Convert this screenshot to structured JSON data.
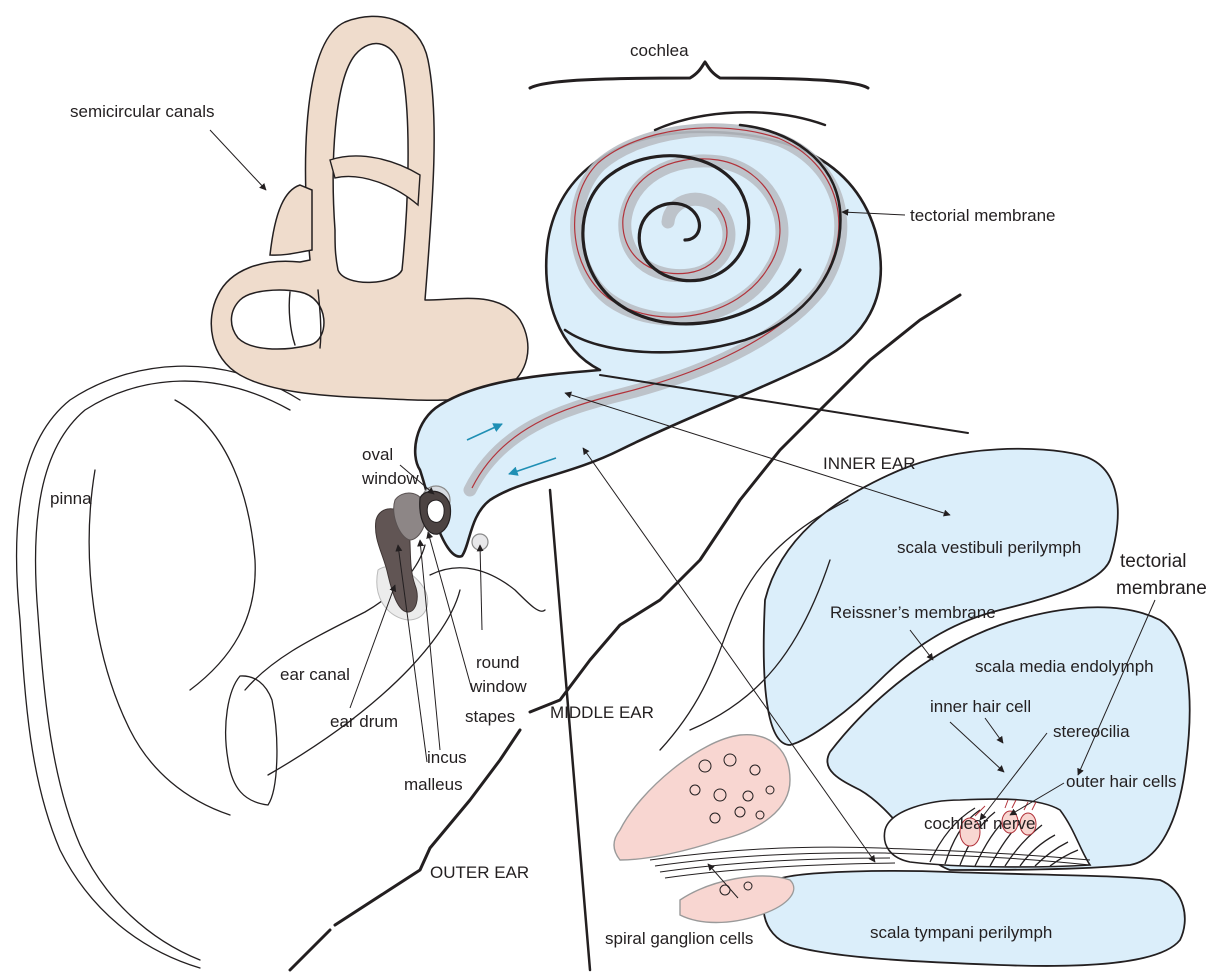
{
  "labels": {
    "cochlea": "cochlea",
    "semicircular_canals": "semicircular canals",
    "tectorial_membrane_top": "tectorial membrane",
    "pinna": "pinna",
    "oval_window_1": "oval",
    "oval_window_2": "window",
    "inner_ear": "INNER EAR",
    "middle_ear": "MIDDLE EAR",
    "outer_ear": "OUTER EAR",
    "scala_vestibuli": "scala vestibuli perilymph",
    "tectorial_membrane_right_1": "tectorial",
    "tectorial_membrane_right_2": "membrane",
    "reissners_membrane": "Reissner’s membrane",
    "scala_media": "scala media endolymph",
    "inner_hair_cell": "inner hair cell",
    "stereocilia": "stereocilia",
    "outer_hair_cells": "outer hair cells",
    "cochlear_nerve": "cochlear nerve",
    "scala_tympani": "scala tympani perilymph",
    "spiral_ganglion_cells": "spiral ganglion cells",
    "round_window_1": "round",
    "round_window_2": "window",
    "stapes": "stapes",
    "incus": "incus",
    "malleus": "malleus",
    "ear_drum": "ear drum",
    "ear_canal": "ear canal"
  },
  "colors": {
    "ink": "#231f20",
    "fluid_blue": "#dbeefa",
    "canal_beige": "#efdccc",
    "ganglion_pink": "#f8d6d1",
    "membrane_gray": "#b9bec4",
    "nerve_red": "#b2323a",
    "arrow_teal": "#1f8fb4",
    "ossicle_dark": "#615554"
  }
}
